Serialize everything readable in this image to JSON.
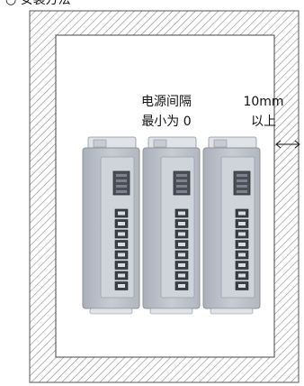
{
  "diagram": {
    "top_caption": "○ 安装方法",
    "gap_label_line1": "电源间隔",
    "gap_label_line2": "最小为 0",
    "edge_label_line1": "10mm",
    "edge_label_line2": "以上",
    "drive_count": 3,
    "connector_slots_per_drive": 8,
    "colors": {
      "hatch": "#8a8a8a",
      "cabinet_bg": "#ffffff",
      "drive_body": "#b9bec7",
      "drive_front": "#cfd3da",
      "connector": "#3a3f47"
    }
  }
}
